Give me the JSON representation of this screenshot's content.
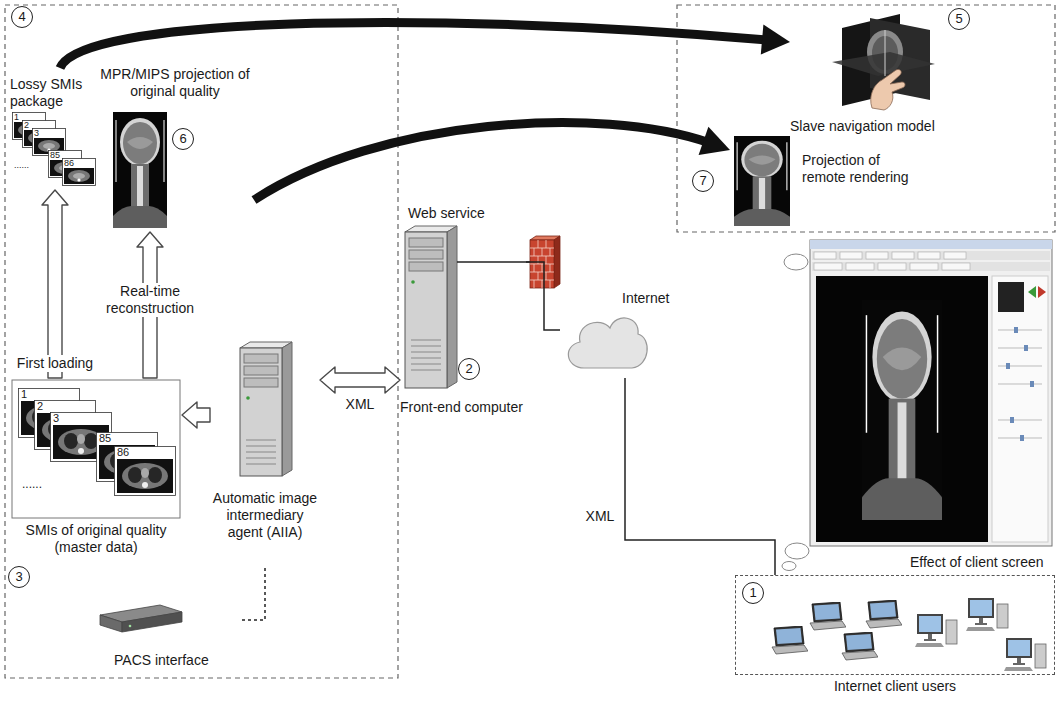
{
  "diagram": {
    "nodes": [
      {
        "text": [
          "Lossy SMIs package"
        ]
      },
      {
        "text": [
          "MPR/MIPS projection of original quality"
        ]
      },
      {
        "text": [
          "Slave navigation model"
        ]
      },
      {
        "text": [
          "Projection of remote rendering"
        ]
      },
      {
        "text": [
          "SMIs of original quality (master data)"
        ]
      },
      {
        "text": [
          "Automatic image intermediary agent (AIIA)"
        ]
      },
      {
        "text": [
          "Web service",
          "Front-end computer"
        ]
      },
      {
        "text": [
          "Internet"
        ]
      },
      {
        "text": [
          "Effect of client screen"
        ]
      },
      {
        "text": [
          "PACS interface"
        ]
      },
      {
        "text": [
          "Internet client users"
        ]
      }
    ],
    "edges": [
      {
        "from": 4,
        "to": 0,
        "arrow": "to",
        "label": "First loading"
      },
      {
        "from": 4,
        "to": 1,
        "arrow": "to",
        "label": "Real-time reconstruction"
      },
      {
        "from": 5,
        "to": 4,
        "arrow": "to"
      },
      {
        "from": 5,
        "to": 6,
        "arrow": "both",
        "label": "XML"
      },
      {
        "from": 9,
        "to": 5,
        "arrow": "none"
      },
      {
        "from": 6,
        "to": 7,
        "arrow": "none"
      },
      {
        "from": 7,
        "to": 10,
        "arrow": "none",
        "label": "XML"
      },
      {
        "from": 0,
        "to": 2,
        "arrow": "to"
      },
      {
        "from": 1,
        "to": 3,
        "arrow": "to"
      }
    ],
    "labels": [
      "4",
      "1",
      "2",
      "3",
      "85",
      "86",
      "......",
      "6",
      "5",
      "7",
      "1",
      "2",
      "3",
      "85",
      "86",
      "......",
      "3",
      "2",
      "1"
    ]
  }
}
